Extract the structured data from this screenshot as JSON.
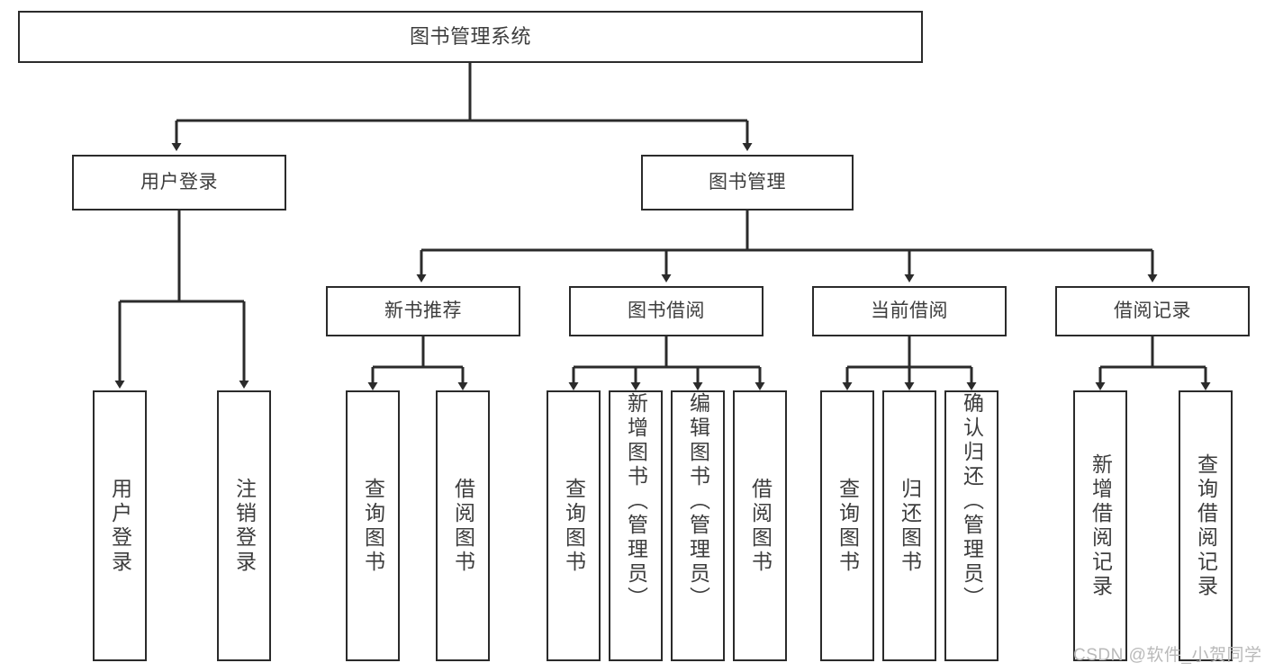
{
  "diagram": {
    "type": "tree-hierarchy-chart",
    "title": "图书管理系统",
    "stroke_color": "#2b2b2b",
    "text_color": "#3d3d3d",
    "background_color": "#ffffff",
    "watermark": "CSDN @软件_小贺同学",
    "nodes": {
      "root": {
        "label": "图书管理系统"
      },
      "level2": [
        {
          "id": "user-login",
          "label": "用户登录"
        },
        {
          "id": "book-manage",
          "label": "图书管理"
        }
      ],
      "level3": [
        {
          "id": "new-book-recommend",
          "label": "新书推荐"
        },
        {
          "id": "book-borrow",
          "label": "图书借阅"
        },
        {
          "id": "current-borrow",
          "label": "当前借阅"
        },
        {
          "id": "borrow-record",
          "label": "借阅记录"
        }
      ],
      "leaves": {
        "user_login": [
          {
            "id": "leaf-user-login",
            "label": "用户登录"
          },
          {
            "id": "leaf-logout-login",
            "label": "注销登录"
          }
        ],
        "new_book_recommend": [
          {
            "id": "leaf-query-book-1",
            "label": "查询图书"
          },
          {
            "id": "leaf-borrow-book-1",
            "label": "借阅图书"
          }
        ],
        "book_borrow": [
          {
            "id": "leaf-query-book-2",
            "label": "查询图书"
          },
          {
            "id": "leaf-add-book",
            "label": "新增图书（管理员）"
          },
          {
            "id": "leaf-edit-book",
            "label": "编辑图书（管理员）"
          },
          {
            "id": "leaf-borrow-book-2",
            "label": "借阅图书"
          }
        ],
        "current_borrow": [
          {
            "id": "leaf-query-book-3",
            "label": "查询图书"
          },
          {
            "id": "leaf-return-book",
            "label": "归还图书"
          },
          {
            "id": "leaf-confirm-return",
            "label": "确认归还（管理员）"
          }
        ],
        "borrow_record": [
          {
            "id": "leaf-add-record",
            "label": "新增借阅记录"
          },
          {
            "id": "leaf-query-record",
            "label": "查询借阅记录"
          }
        ]
      }
    }
  }
}
